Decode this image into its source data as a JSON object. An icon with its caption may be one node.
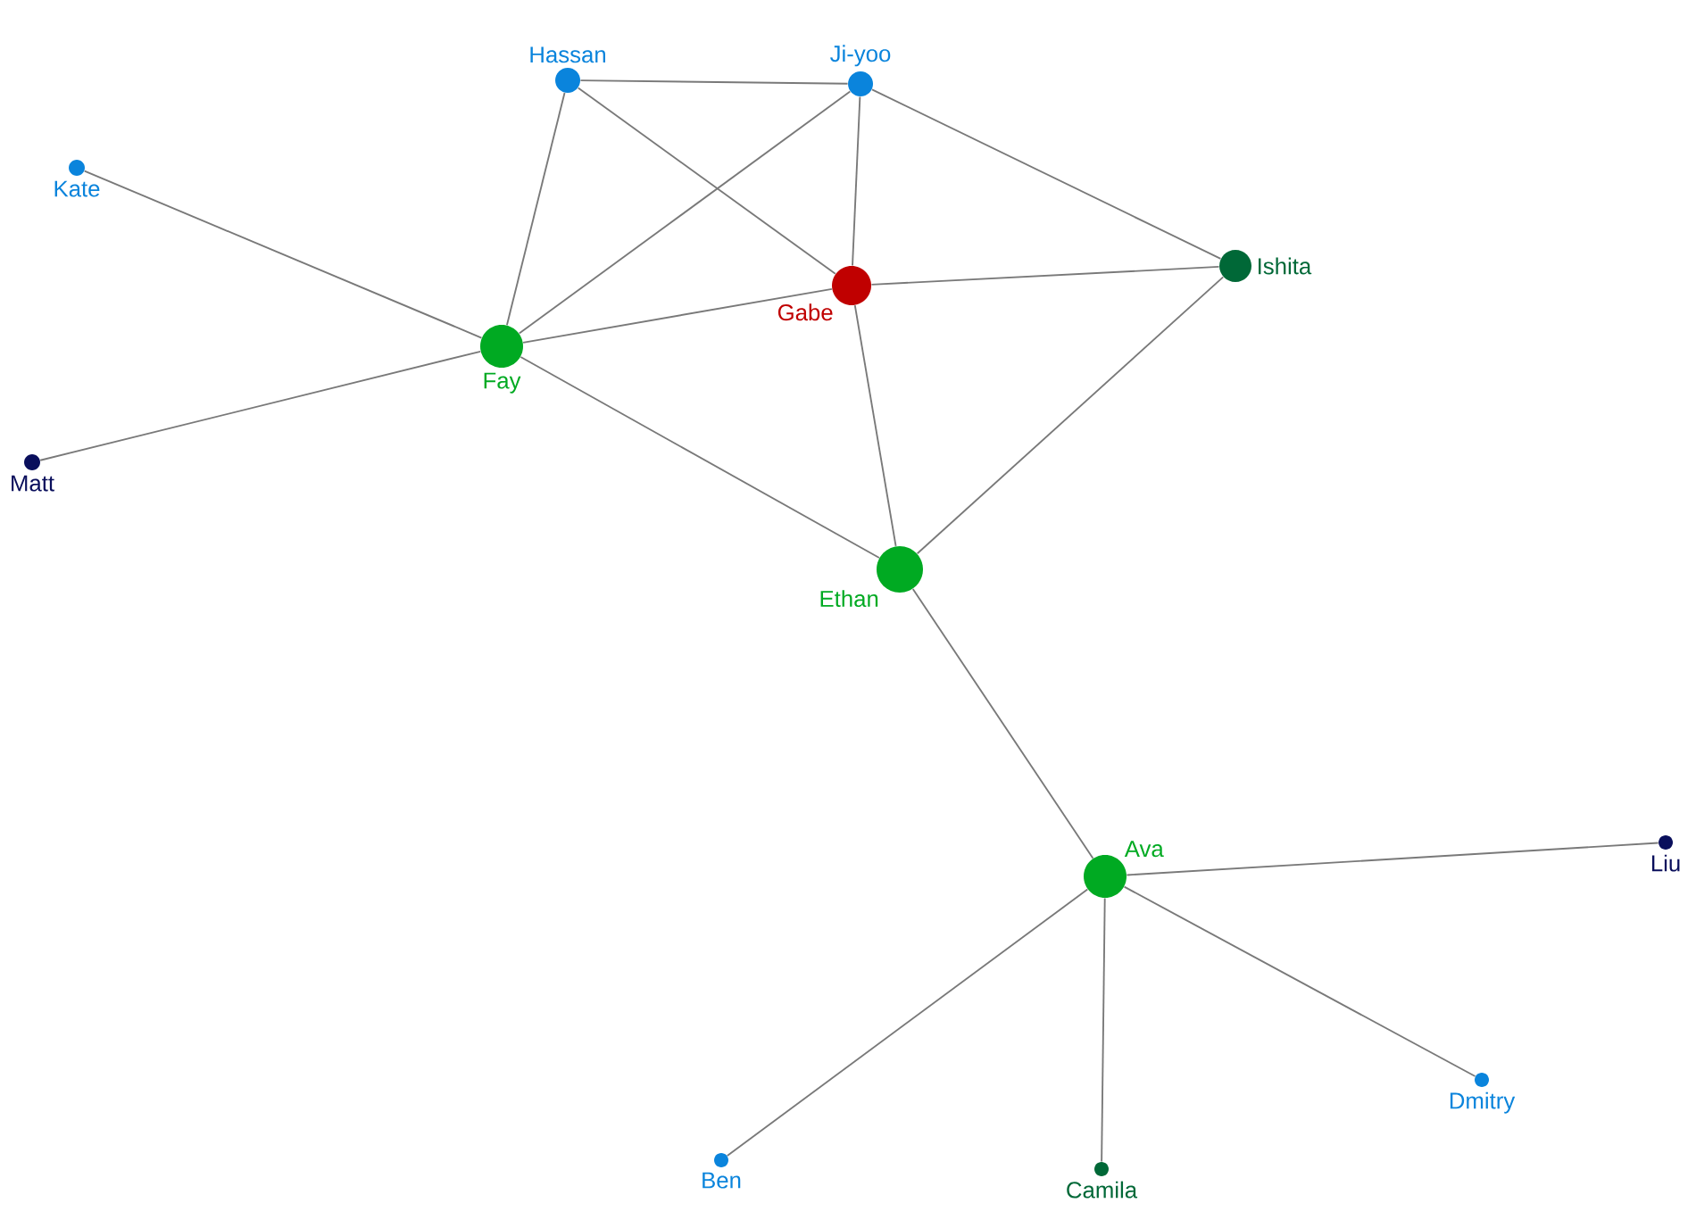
{
  "diagram": {
    "nodes": [
      {
        "text": [
          "Hassan"
        ]
      },
      {
        "text": [
          "Ji-yoo"
        ]
      },
      {
        "text": [
          "Kate"
        ]
      },
      {
        "text": [
          "Gabe"
        ]
      },
      {
        "text": [
          "Ishita"
        ]
      },
      {
        "text": [
          "Fay"
        ]
      },
      {
        "text": [
          "Matt"
        ]
      },
      {
        "text": [
          "Ethan"
        ]
      },
      {
        "text": [
          "Ava"
        ]
      },
      {
        "text": [
          "Liu"
        ]
      },
      {
        "text": [
          "Dmitry"
        ]
      },
      {
        "text": [
          "Ben"
        ]
      },
      {
        "text": [
          "Camila"
        ]
      }
    ],
    "edges": [
      {
        "from": 0,
        "to": 1,
        "arrow": "none"
      },
      {
        "from": 0,
        "to": 5,
        "arrow": "none"
      },
      {
        "from": 0,
        "to": 3,
        "arrow": "none"
      },
      {
        "from": 1,
        "to": 5,
        "arrow": "none"
      },
      {
        "from": 1,
        "to": 3,
        "arrow": "none"
      },
      {
        "from": 1,
        "to": 4,
        "arrow": "none"
      },
      {
        "from": 2,
        "to": 5,
        "arrow": "none"
      },
      {
        "from": 6,
        "to": 5,
        "arrow": "none"
      },
      {
        "from": 5,
        "to": 3,
        "arrow": "none"
      },
      {
        "from": 5,
        "to": 7,
        "arrow": "none"
      },
      {
        "from": 3,
        "to": 4,
        "arrow": "none"
      },
      {
        "from": 3,
        "to": 7,
        "arrow": "none"
      },
      {
        "from": 4,
        "to": 7,
        "arrow": "none"
      },
      {
        "from": 7,
        "to": 8,
        "arrow": "none"
      },
      {
        "from": 8,
        "to": 9,
        "arrow": "none"
      },
      {
        "from": 8,
        "to": 10,
        "arrow": "none"
      },
      {
        "from": 8,
        "to": 12,
        "arrow": "none"
      },
      {
        "from": 8,
        "to": 11,
        "arrow": "none"
      }
    ]
  }
}
